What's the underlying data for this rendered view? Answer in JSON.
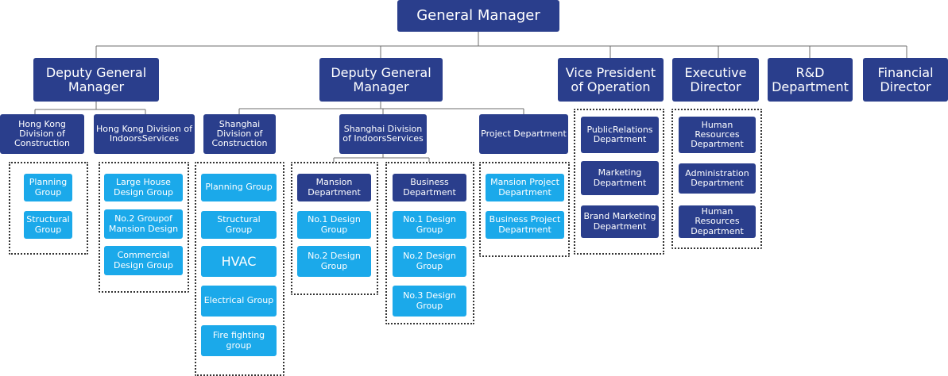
{
  "top": "General Manager",
  "level1": {
    "dgm1": "Deputy General Manager",
    "dgm2": "Deputy General Manager",
    "vp": "Vice President of Operation",
    "exec": "Executive Director",
    "rnd": "R&D Department",
    "fin": "Financial Director"
  },
  "level2": {
    "hk_con": "Hong Kong Division of Construction",
    "hk_ind": "Hong Kong Division of IndoorsServices",
    "sh_con": "Shanghai Division of Construction",
    "sh_ind": "Shanghai Division of IndoorsServices",
    "proj": "Project Department"
  },
  "hk_con_items": [
    "Planning Group",
    "Structural Group"
  ],
  "hk_ind_items": [
    "Large House Design Group",
    "No.2 Groupof Mansion Design",
    "Commercial Design Group"
  ],
  "sh_con_items": [
    "Planning Group",
    "Structural Group",
    "HVAC",
    "Electrical Group",
    "Fire fighting group"
  ],
  "mansion": {
    "head": "Mansion Department",
    "items": [
      "No.1 Design Group",
      "No.2 Design Group"
    ]
  },
  "business": {
    "head": "Business Department",
    "items": [
      "No.1 Design Group",
      "No.2 Design Group",
      "No.3 Design Group"
    ]
  },
  "proj_items": [
    "Mansion Project Department",
    "Business Project Department"
  ],
  "vp_items": [
    "PublicRelations Department",
    "Marketing Department",
    "Brand Marketing Department"
  ],
  "exec_items": [
    "Human Resources Department",
    "Administration Department",
    "Human Resources Department"
  ]
}
